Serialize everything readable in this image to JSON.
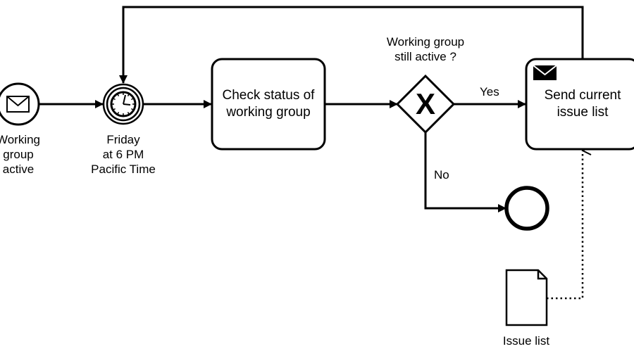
{
  "start_event": {
    "label_lines": [
      "Working",
      "group",
      "active"
    ],
    "icon": "envelope-icon"
  },
  "timer_event": {
    "label_lines": [
      "Friday",
      "at 6 PM",
      "Pacific Time"
    ],
    "icon": "clock-icon"
  },
  "task_check": {
    "label_lines": [
      "Check status of",
      "working group"
    ]
  },
  "gateway": {
    "label_lines": [
      "Working group",
      "still active ?"
    ],
    "marker": "X",
    "yes_label": "Yes",
    "no_label": "No"
  },
  "task_send": {
    "label_lines": [
      "Send current",
      "issue list"
    ],
    "icon": "envelope-filled-icon"
  },
  "data_object": {
    "label": "Issue list",
    "icon": "document-icon"
  },
  "end_event": {
    "icon": "end-circle-icon"
  }
}
